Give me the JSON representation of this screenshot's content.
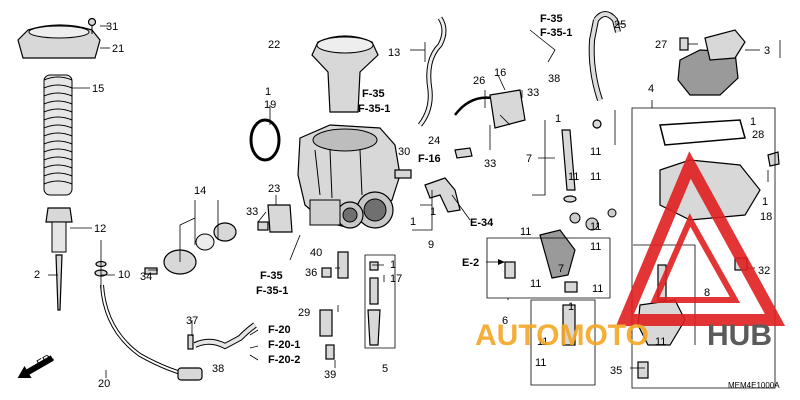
{
  "diagram": {
    "part_labels": {
      "p1a": "1",
      "p1b": "1",
      "p1c": "1",
      "p1d": "1",
      "p1e": "1",
      "p1f": "1",
      "p2": "2",
      "p3": "3",
      "p4": "4",
      "p5": "5",
      "p6": "6",
      "p7a": "7",
      "p7b": "7",
      "p8": "8",
      "p9": "9",
      "p10": "10",
      "p11a": "11",
      "p11b": "11",
      "p11c": "11",
      "p11d": "11",
      "p11e": "11",
      "p11f": "11",
      "p11g": "11",
      "p11h": "11",
      "p11i": "11",
      "p11j": "11",
      "p11k": "11",
      "p12": "12",
      "p13": "13",
      "p14": "14",
      "p15": "15",
      "p16": "16",
      "p17": "17",
      "p18": "18",
      "p19": "19",
      "p20": "20",
      "p21": "21",
      "p22": "22",
      "p23": "23",
      "p24": "24",
      "p25": "25",
      "p26": "26",
      "p27": "27",
      "p28": "28",
      "p29": "29",
      "p30": "30",
      "p31": "31",
      "p32": "32",
      "p33a": "33",
      "p33b": "33",
      "p33c": "33",
      "p34": "34",
      "p35": "35",
      "p36": "36",
      "p37": "37",
      "p38a": "38",
      "p38b": "38",
      "p39": "39",
      "p40": "40"
    },
    "references": {
      "r_f35_top": "F-35",
      "r_f351_top": "F-35-1",
      "r_f35_mid": "F-35",
      "r_f351_mid": "F-35-1",
      "r_f16": "F-16",
      "r_e34": "E-34",
      "r_e2": "E-2",
      "r_f35_low": "F-35",
      "r_f351_low": "F-35-1",
      "r_f20": "F-20",
      "r_f201": "F-20-1",
      "r_f202": "F-20-2"
    },
    "direction_label": "FR.",
    "diagram_code": "MEM4E1000A",
    "watermark": {
      "part1": "AUTOMOTO",
      "part2": "HUB"
    },
    "colors": {
      "line": "#000000",
      "part_fill": "#d8d8d8",
      "watermark_triangle": "#e02020",
      "watermark_text": "#f5a623",
      "watermark_hub": "#4a4a4a"
    }
  }
}
